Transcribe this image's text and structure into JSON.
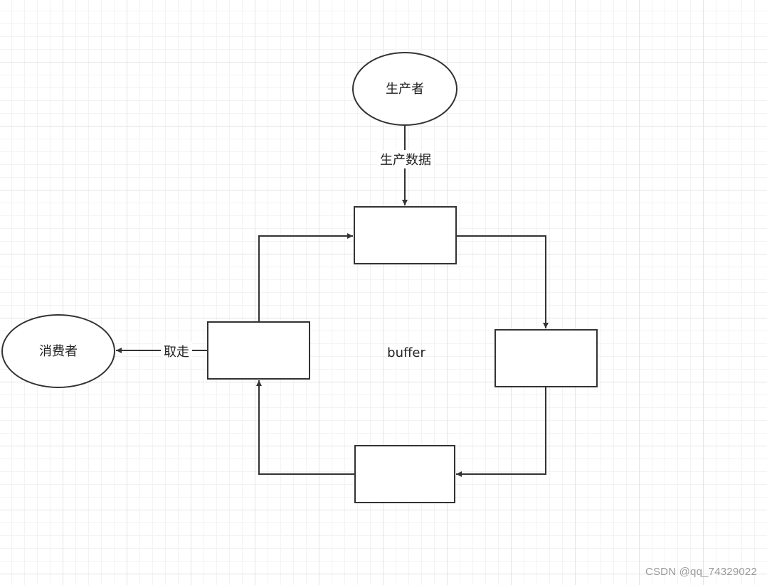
{
  "nodes": {
    "producer": "生产者",
    "consumer": "消费者",
    "buffer_label": "buffer"
  },
  "edges": {
    "produce": "生产数据",
    "take": "取走"
  },
  "watermark": "CSDN @qq_74329022",
  "colors": {
    "stroke": "#333333",
    "grid": "#e4e4e4"
  }
}
